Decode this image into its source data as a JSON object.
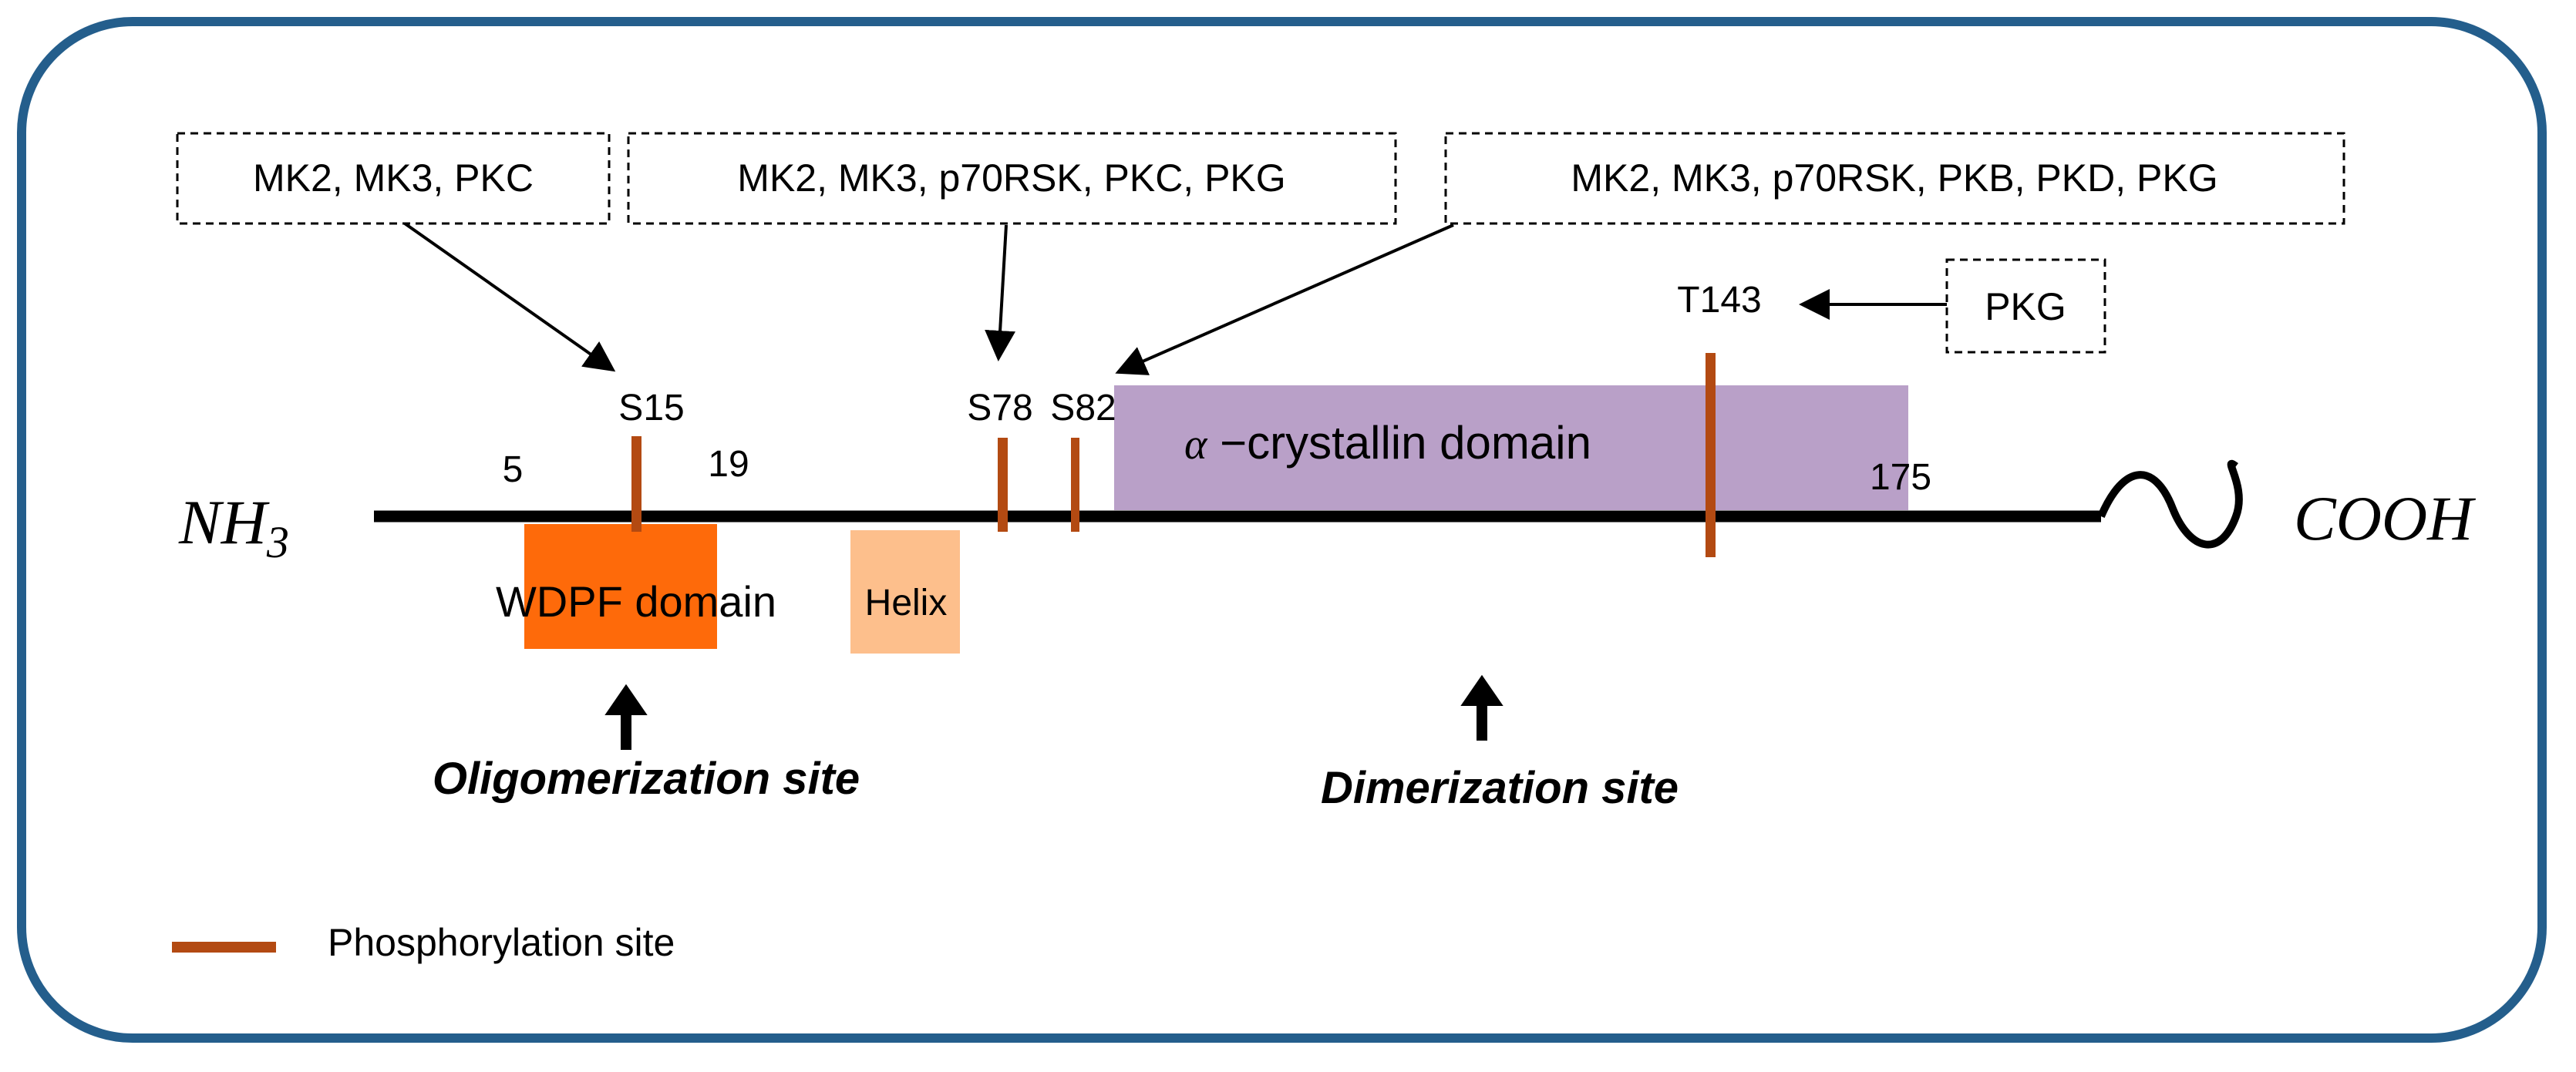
{
  "kinase_boxes": [
    "MK2, MK3, PKC",
    "MK2, MK3, p70RSK, PKC, PKG",
    "MK2, MK3, p70RSK, PKB, PKD, PKG",
    "PKG"
  ],
  "sites": {
    "s15": "S15",
    "s78": "S78",
    "s82": "S82",
    "t143": "T143"
  },
  "positions": {
    "p5": "5",
    "p19": "19",
    "p175": "175"
  },
  "termini": {
    "n_term": "NH",
    "n_sub": "3",
    "c_term": "COOH"
  },
  "domains": {
    "alpha_symbol": "α",
    "alpha_text": " −crystallin domain",
    "wdpf": "WDPF domain",
    "helix": "Helix"
  },
  "site_labels": {
    "oligomerization": "Oligomerization site",
    "dimerization": "Dimerization site"
  },
  "legend": {
    "phosphorylation": "Phosphorylation site"
  },
  "colors": {
    "frame": "#245e8c",
    "phospho_bar": "#b34a12",
    "wdpf": "#fe6a0a",
    "helix": "#fdbf8c",
    "alpha_domain": "#b9a0c8",
    "backbone": "#000000"
  }
}
